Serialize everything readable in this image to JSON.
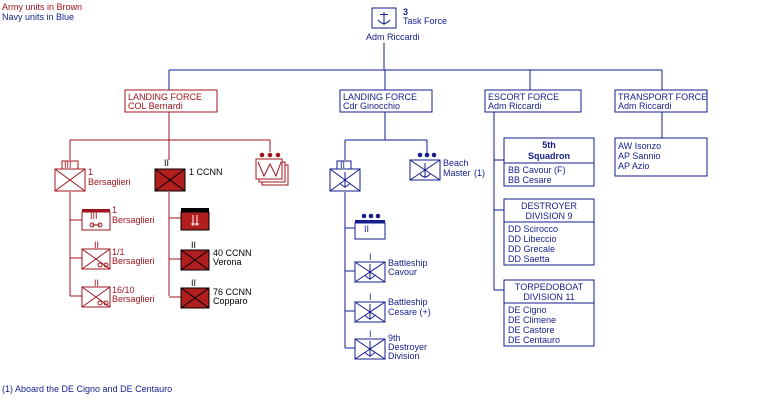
{
  "legend": {
    "army": "Army units in Brown",
    "navy": "Navy units in Blue"
  },
  "footnote": "(1) Aboard the DE Cigno and DE Centauro",
  "colors": {
    "army": "#a0141e",
    "navy": "#141e8c",
    "army_fill": "#b01e1e"
  },
  "task_force": {
    "number": "3",
    "name": "Task Force",
    "commander": "Adm Riccardi"
  },
  "landing_army": {
    "title": "LANDING FORCE",
    "commander": "COL Bernardi"
  },
  "landing_navy": {
    "title": "LANDING FORCE",
    "commander": "Cdr Ginocchio"
  },
  "escort": {
    "title": "ESCORT FORCE",
    "commander": "Adm Riccardi"
  },
  "transport": {
    "title": "TRANSPORT FORCE",
    "commander": "Adm Riccardi",
    "ships": [
      "AW Isonzo",
      "AP Sannio",
      "AP Azio"
    ]
  },
  "bersaglieri": {
    "size": "III",
    "number": "1",
    "name": "Bersaglieri",
    "subunits": [
      {
        "size": "III",
        "number": "1",
        "name": "Bersaglieri"
      },
      {
        "size": "II",
        "number": "1/1",
        "name": "Bersaglieri"
      },
      {
        "size": "II",
        "number": "16/10",
        "name": "Bersaglieri"
      }
    ]
  },
  "ccnn": {
    "size": "II",
    "name": "1 CCNN",
    "subunits": [
      {
        "size": "",
        "name": "",
        "place": ""
      },
      {
        "size": "II",
        "name": "40 CCNN",
        "place": "Verona"
      },
      {
        "size": "II",
        "name": "76 CCNN",
        "place": "Copparo"
      }
    ]
  },
  "naval_landing": {
    "size": "II",
    "beach_master": {
      "name": "Beach",
      "name2": "Master",
      "note": "(1)"
    },
    "subunits": [
      {
        "size": "II",
        "line1": "",
        "line2": ""
      },
      {
        "size": "I",
        "line1": "Battleship",
        "line2": "Cavour"
      },
      {
        "size": "I",
        "line1": "Battleship",
        "line2": "Cesare (+)"
      },
      {
        "size": "I",
        "line1": "9th",
        "line2": "Destroyer",
        "line3": "Division"
      }
    ]
  },
  "squadron_5": {
    "title1": "5th",
    "title2": "Squadron",
    "ships": [
      "BB Cavour (F)",
      "BB Cesare"
    ]
  },
  "destroyer_div": {
    "title1": "DESTROYER",
    "title2": "DIVISION 9",
    "ships": [
      "DD Scirocco",
      "DD Libeccio",
      "DD Grecale",
      "DD Saetta"
    ]
  },
  "torpedo_div": {
    "title1": "TORPEDOBOAT",
    "title2": "DIVISION 11",
    "ships": [
      "DE Cigno",
      "DE Climene",
      "DE Castore",
      "DE Centauro"
    ]
  }
}
